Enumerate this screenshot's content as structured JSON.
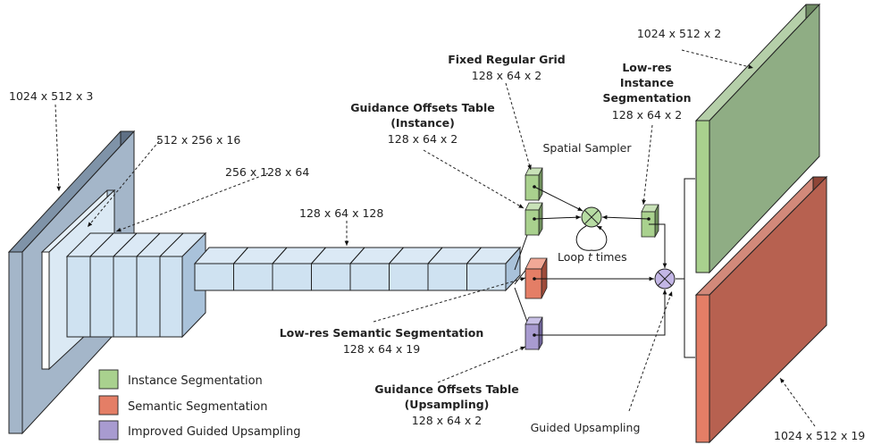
{
  "labels": {
    "input_dims": "1024 x 512 x 3",
    "conv1_dims": "512 x 256 x 16",
    "conv2_dims": "256 x 128 x 64",
    "conv3_dims": "128 x 64 x 128",
    "grid_title": "Fixed Regular Grid",
    "grid_dims": "128 x 64 x 2",
    "offsets_inst_title_1": "Guidance Offsets Table",
    "offsets_inst_title_2": "(Instance)",
    "offsets_inst_dims": "128 x 64 x 2",
    "lowres_inst_title_1": "Low-res",
    "lowres_inst_title_2": "Instance",
    "lowres_inst_title_3": "Segmentation",
    "lowres_inst_dims": "128 x 64 x 2",
    "spatial_sampler": "Spatial Sampler",
    "loop_prefix": "Loop ",
    "loop_var": "t",
    "loop_suffix": " times",
    "out_inst_dims": "1024 x 512 x 2",
    "lowres_sem_title": "Low-res Semantic Segmentation",
    "lowres_sem_dims": "128 x 64 x 19",
    "offsets_up_title_1": "Guidance Offsets Table",
    "offsets_up_title_2": "(Upsampling)",
    "offsets_up_dims": "128 x 64 x 2",
    "guided_upsampling": "Guided Upsampling",
    "out_sem_dims": "1024 x 512 x 19"
  },
  "legend": [
    {
      "label": "Instance Segmentation",
      "color": "#a9d18e"
    },
    {
      "label": "Semantic Segmentation",
      "color": "#e47e66"
    },
    {
      "label": "Improved Guided Upsampling",
      "color": "#a89bd0"
    }
  ],
  "colors": {
    "input_plane": "#a4b6c9",
    "feature_block": "#cfe2f1",
    "instance_green": "#a9d18e",
    "instance_output": "#8fad84",
    "semantic_output": "#b76150",
    "semantic_small": "#e47e66",
    "upsampling_purple": "#a89bd0"
  },
  "icons": {
    "sampler_node": "circled-times-icon",
    "upsampling_node": "circled-times-icon"
  }
}
